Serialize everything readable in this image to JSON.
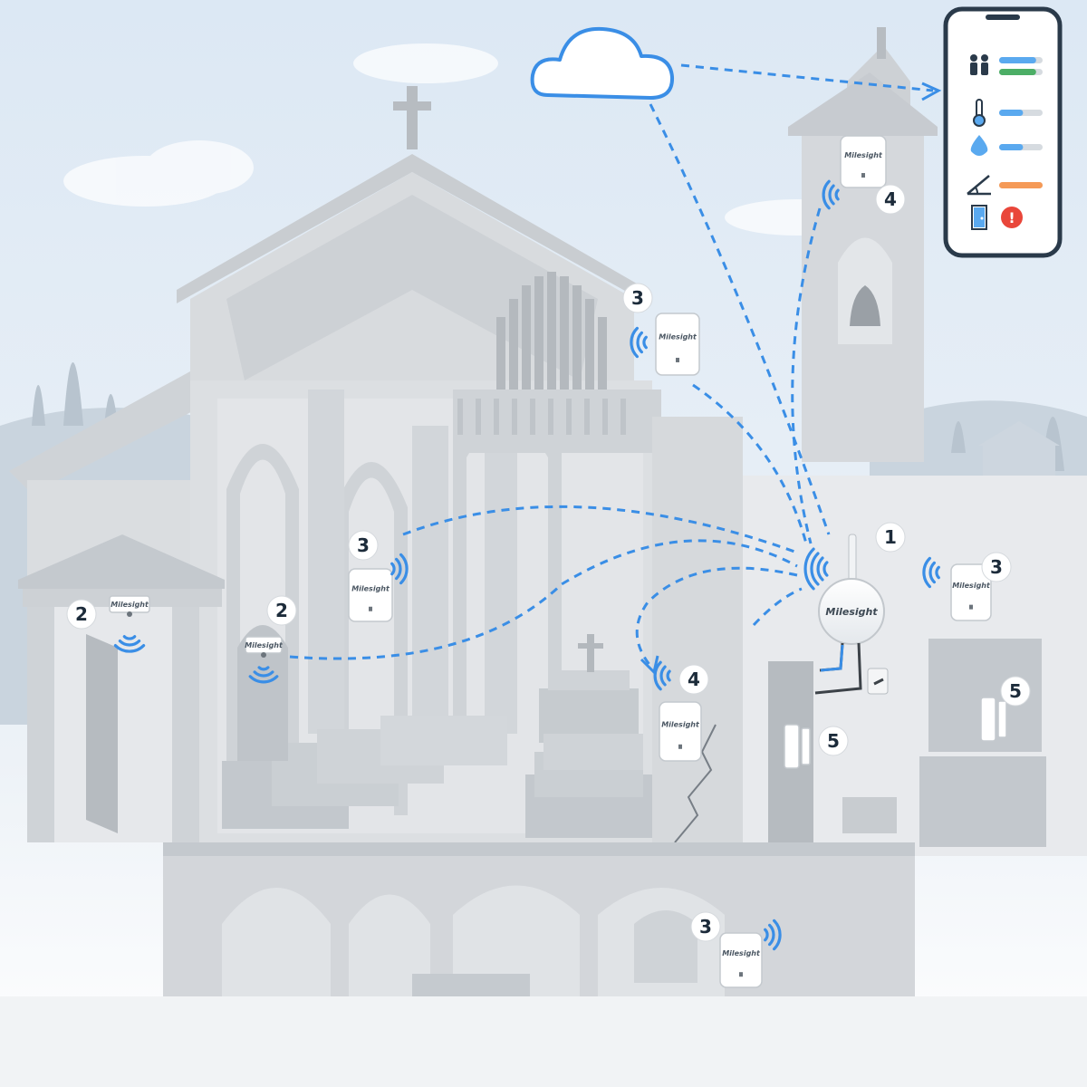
{
  "brand_name": "Milesight",
  "colors": {
    "signal": "#3a8ee6",
    "gateway": "#ffffff",
    "building": "#d9dcdf",
    "sky": "#dfe9f3",
    "alert": "#e9463a",
    "bar_blue": "#5aa9ef",
    "bar_green": "#4cae66",
    "bar_orange": "#f59a57"
  },
  "callouts": {
    "gateway": "1",
    "people_counter_entrance": "2",
    "people_counter_side_door": "2",
    "env_sensor_nave": "3",
    "env_sensor_organ_loft": "3",
    "env_sensor_sacristy": "3",
    "env_sensor_crypt": "3",
    "tilt_sensor_bell_tower": "4",
    "tilt_sensor_wall_crack": "4",
    "door_sensor_sacristy": "5",
    "door_sensor_cabinet": "5"
  },
  "phone_app": {
    "rows": [
      {
        "icon": "people-icon",
        "bars": [
          {
            "fill": 0.85,
            "color": "bar_blue"
          },
          {
            "fill": 0.85,
            "color": "bar_green"
          }
        ]
      },
      {
        "icon": "thermometer-icon",
        "bars": [
          {
            "fill": 0.55,
            "color": "bar_blue"
          }
        ]
      },
      {
        "icon": "water-drop-icon",
        "bars": [
          {
            "fill": 0.55,
            "color": "bar_blue"
          }
        ]
      },
      {
        "icon": "tilt-angle-icon",
        "bars": [
          {
            "fill": 1.0,
            "color": "bar_orange"
          }
        ]
      },
      {
        "icon": "door-icon",
        "alert": "!"
      }
    ]
  }
}
